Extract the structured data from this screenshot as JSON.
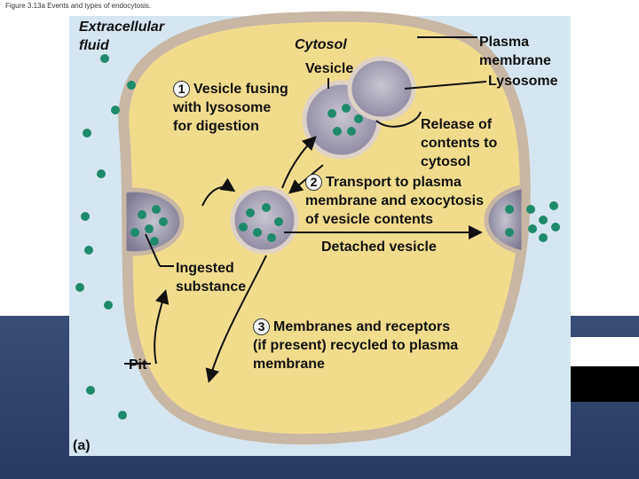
{
  "figure": {
    "caption": "Figure 3.13a Events and types of endocytosis.",
    "panel_letter": "(a)"
  },
  "labels": {
    "extracellular_fluid": "Extracellular\nfluid",
    "cytosol": "Cytosol",
    "plasma_membrane": "Plasma\nmembrane",
    "lysosome": "Lysosome",
    "vesicle": "Vesicle",
    "release_of_contents": "Release of\ncontents to\ncytosol",
    "detached_vesicle": "Detached vesicle",
    "ingested_substance": "Ingested\nsubstance",
    "pit": "Pit"
  },
  "steps": [
    {
      "number": "1",
      "text": "Vesicle fusing\nwith lysosome\nfor digestion"
    },
    {
      "number": "2",
      "text": "Transport to plasma\nmembrane and exocytosis\nof vesicle contents"
    },
    {
      "number": "3",
      "text": "Membranes and receptors\n(if present) recycled to plasma\nmembrane"
    }
  ],
  "colors": {
    "cell_fill": "#f1dc8e",
    "membrane": "#c9b7a6",
    "vesicle": "#b9b5c4",
    "particle": "#1f8a6a",
    "panel_bg": "#d6e6f1"
  }
}
